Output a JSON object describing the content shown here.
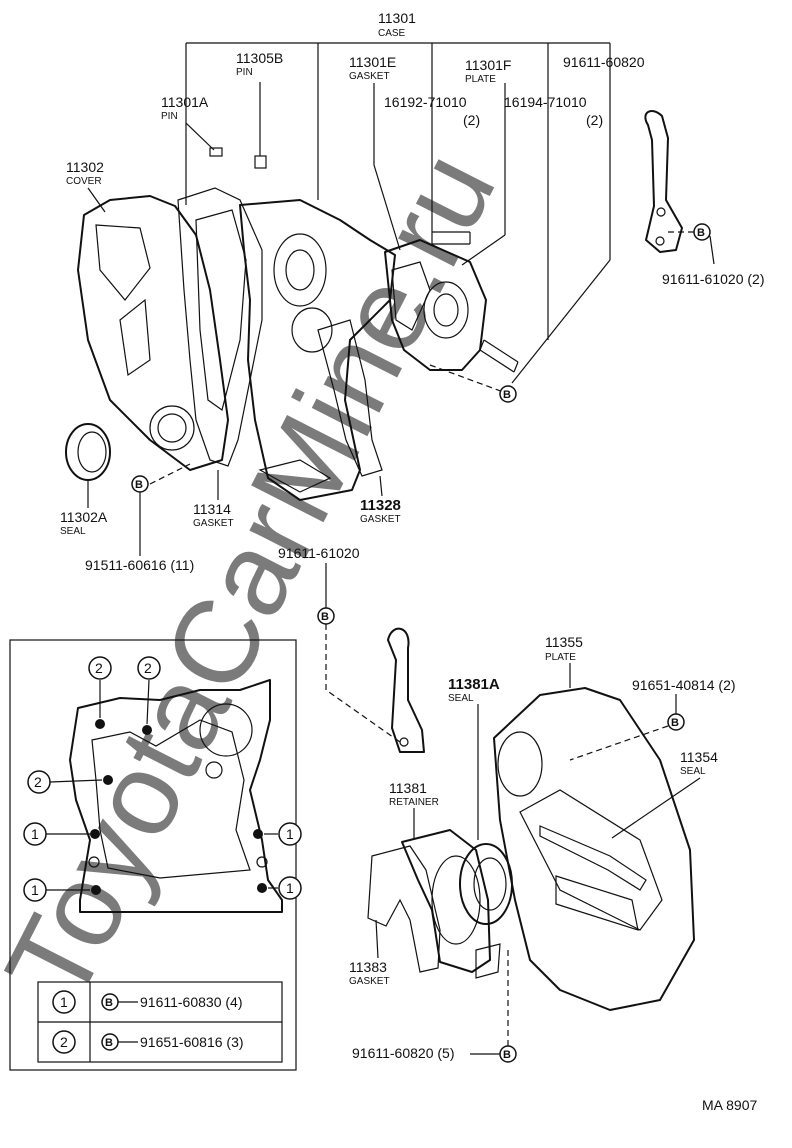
{
  "watermark": "ToyotaCarMine.ru",
  "drawing_id": "MA 8907",
  "bolt_symbol": "B",
  "parts": {
    "case": {
      "number": "11301",
      "name": "CASE"
    },
    "pin_11305b": {
      "number": "11305B",
      "name": "PIN"
    },
    "gasket_11301e": {
      "number": "11301E",
      "name": "GASKET"
    },
    "plate_11301f": {
      "number": "11301F",
      "name": "PLATE"
    },
    "pin_11301a": {
      "number": "11301A",
      "name": "PIN"
    },
    "stud_16192": {
      "number": "16192-71010",
      "qty": "(2)"
    },
    "stud_16194": {
      "number": "16194-71010",
      "qty": "(2)"
    },
    "bolt_91611_60820_top": {
      "number": "91611-60820"
    },
    "cover": {
      "number": "11302",
      "name": "COVER"
    },
    "bracket_bolt": {
      "number": "91611-61020 (2)"
    },
    "seal_11302a": {
      "number": "11302A",
      "name": "SEAL"
    },
    "gasket_11314": {
      "number": "11314",
      "name": "GASKET"
    },
    "gasket_11328": {
      "number": "11328",
      "name": "GASKET"
    },
    "bolt_91511": {
      "number": "91511-60616 (11)"
    },
    "bolt_91611_61020": {
      "number": "91611-61020"
    },
    "plate_11355": {
      "number": "11355",
      "name": "PLATE"
    },
    "seal_11381a": {
      "number": "11381A",
      "name": "SEAL"
    },
    "bolt_91651_40814": {
      "number": "91651-40814 (2)"
    },
    "seal_11354": {
      "number": "11354",
      "name": "SEAL"
    },
    "retainer_11381": {
      "number": "11381",
      "name": "RETAINER"
    },
    "gasket_11383": {
      "number": "11383",
      "name": "GASKET"
    },
    "bolt_91611_60820_bottom": {
      "number": "91611-60820 (5)"
    }
  },
  "inset": {
    "markers": [
      "2",
      "2",
      "2",
      "1",
      "1",
      "1",
      "1"
    ],
    "legend": [
      {
        "key": "1",
        "part": "91611-60830 (4)"
      },
      {
        "key": "2",
        "part": "91651-60816 (3)"
      }
    ]
  }
}
